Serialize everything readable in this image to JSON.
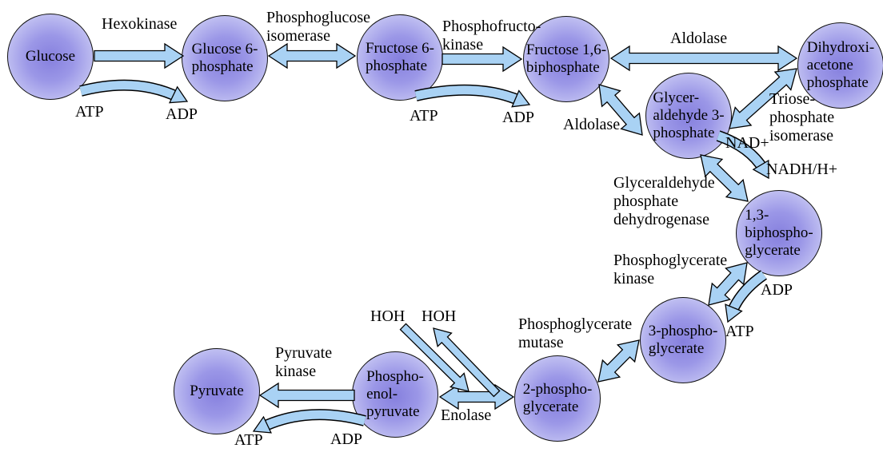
{
  "diagram_title": "Glycolysis pathway",
  "colors": {
    "background": "#ffffff",
    "node_fill_center": "#8680de",
    "node_fill_edge": "#dddcf9",
    "node_outline": "#111111",
    "arrow_fill": "#a9d2f4",
    "arrow_outline": "#000000",
    "text": "#000000"
  },
  "nodes": {
    "glucose": "Glucose",
    "glucose_6_phosphate": "Glucose 6-\nphosphate",
    "fructose_6_phosphate": "Fructose 6-\nphosphate",
    "fructose_16_biphosphate": "Fructose 1,6-\nbiphosphate",
    "dihydroxiacetone_phosphate": "Dihydroxi-\nacetone\nphosphate",
    "glyceraldehyde_3_phosphate": "Glycer-\naldehyde 3-\nphosphate",
    "biphosphoglycerate_13": "1,3-\nbiphospho-\nglycerate",
    "phosphoglycerate_3": "3-phospho-\nglycerate",
    "phosphoglycerate_2": "2-phospho-\nglycerate",
    "phosphoenolpyruvate": "Phospho-\nenol-\npyruvate",
    "pyruvate": "Pyruvate"
  },
  "labels": {
    "hexokinase": "Hexokinase",
    "atp_hexokinase": "ATP",
    "adp_hexokinase": "ADP",
    "phosphoglucose_isomerase": "Phosphoglucose\nisomerase",
    "phosphofructokinase": "Phosphofructo-\nkinase",
    "atp_pfk": "ATP",
    "adp_pfk": "ADP",
    "aldolase_top": "Aldolase",
    "aldolase_lower": "Aldolase",
    "triose_phosphate_isomerase": "Triose-\nphosphate\nisomerase",
    "nad_plus": "NAD+",
    "nadh": "NADH/H+",
    "gap_dehydrogenase": "Glyceraldehyde\nphosphate\ndehydrogenase",
    "phosphoglycerate_kinase": "Phosphoglycerate\nkinase",
    "adp_pgk": "ADP",
    "atp_pgk": "ATP",
    "phosphoglycerate_mutase": "Phosphoglycerate\nmutase",
    "hoh_in": "HOH",
    "hoh_out": "HOH",
    "enolase": "Enolase",
    "pyruvate_kinase": "Pyruvate\nkinase",
    "atp_pk": "ATP",
    "adp_pk": "ADP"
  },
  "edges": [
    {
      "from": "Glucose",
      "to": "Glucose 6-phosphate",
      "enzyme": "Hexokinase",
      "direction": "forward",
      "cofactors": "ATP → ADP"
    },
    {
      "from": "Glucose 6-phosphate",
      "to": "Fructose 6-phosphate",
      "enzyme": "Phosphoglucose isomerase",
      "direction": "reversible"
    },
    {
      "from": "Fructose 6-phosphate",
      "to": "Fructose 1,6-biphosphate",
      "enzyme": "Phosphofructo-kinase",
      "direction": "forward",
      "cofactors": "ATP → ADP"
    },
    {
      "from": "Fructose 1,6-biphosphate",
      "to": "Dihydroxi-acetone phosphate",
      "enzyme": "Aldolase",
      "direction": "reversible"
    },
    {
      "from": "Fructose 1,6-biphosphate",
      "to": "Glyceraldehyde 3-phosphate",
      "enzyme": "Aldolase",
      "direction": "reversible"
    },
    {
      "from": "Dihydroxi-acetone phosphate",
      "to": "Glyceraldehyde 3-phosphate",
      "enzyme": "Triose-phosphate isomerase",
      "direction": "reversible"
    },
    {
      "from": "Glyceraldehyde 3-phosphate",
      "to": "1,3-biphosphoglycerate",
      "enzyme": "Glyceraldehyde phosphate dehydrogenase",
      "direction": "reversible",
      "cofactors": "NAD+ → NADH/H+"
    },
    {
      "from": "1,3-biphosphoglycerate",
      "to": "3-phosphoglycerate",
      "enzyme": "Phosphoglycerate kinase",
      "direction": "reversible",
      "cofactors": "ADP → ATP"
    },
    {
      "from": "3-phosphoglycerate",
      "to": "2-phosphoglycerate",
      "enzyme": "Phosphoglycerate mutase",
      "direction": "reversible"
    },
    {
      "from": "2-phosphoglycerate",
      "to": "Phospho-enol-pyruvate",
      "enzyme": "Enolase",
      "direction": "reversible",
      "cofactors": "HOH released / HOH consumed"
    },
    {
      "from": "Phospho-enol-pyruvate",
      "to": "Pyruvate",
      "enzyme": "Pyruvate kinase",
      "direction": "forward",
      "cofactors": "ADP → ATP"
    }
  ]
}
